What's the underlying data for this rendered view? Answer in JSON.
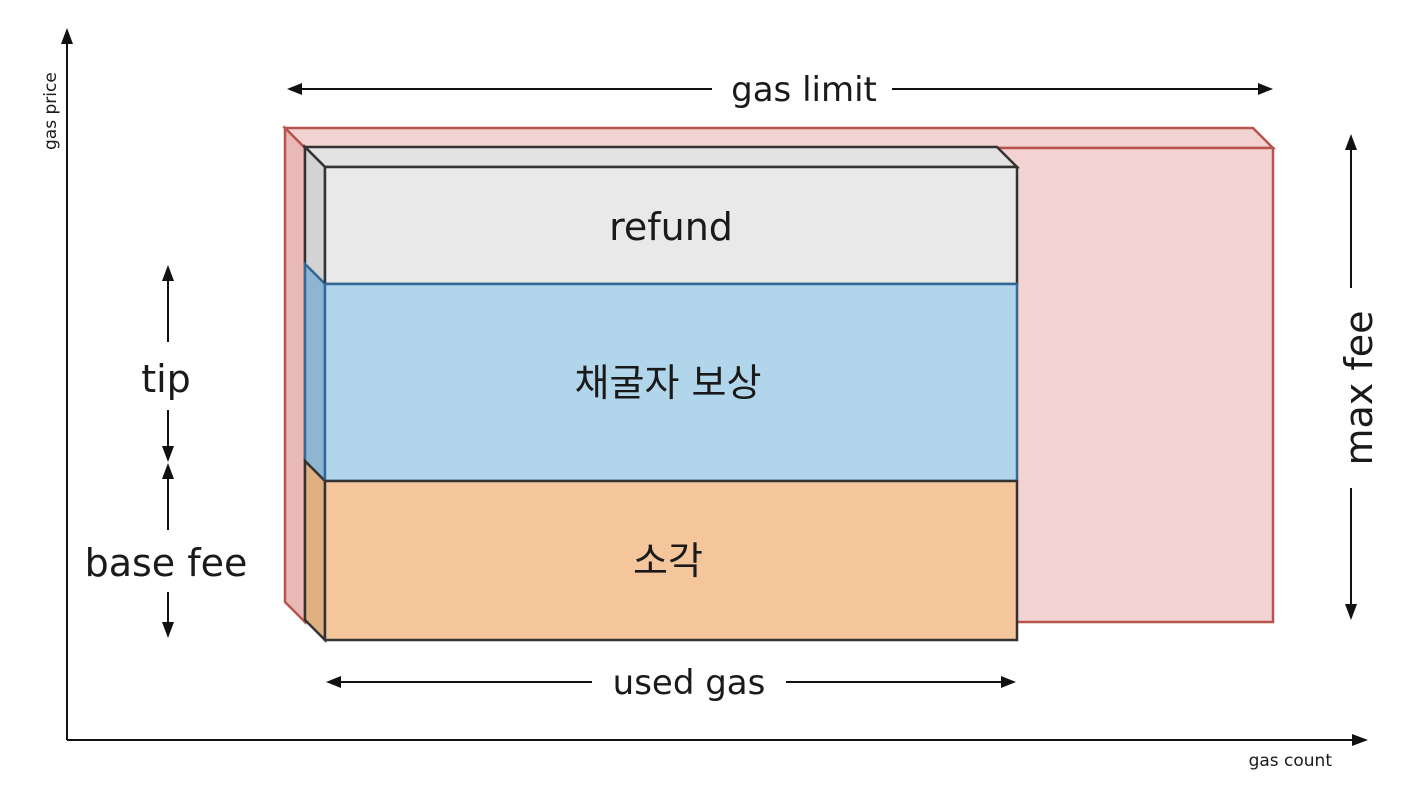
{
  "axes": {
    "y_label": "gas price",
    "x_label": "gas count"
  },
  "labels": {
    "gas_limit": "gas limit",
    "used_gas": "used gas",
    "max_fee": "max fee",
    "tip": "tip",
    "base_fee": "base fee"
  },
  "blocks": {
    "refund": "refund",
    "miner_reward": "채굴자 보상",
    "burn": "소각"
  },
  "colors": {
    "max_fee_fill": "#f3d3d1",
    "max_fee_stroke": "#b85450",
    "refund_fill": "#e9e9e9",
    "refund_side": "#d3d3d3",
    "miner_fill": "#b1d5ea",
    "miner_side": "#8fb6d0",
    "burn_fill": "#f5c69c",
    "burn_side": "#e0b080",
    "outline": "#333333",
    "miner_stroke": "#2f6a98"
  }
}
